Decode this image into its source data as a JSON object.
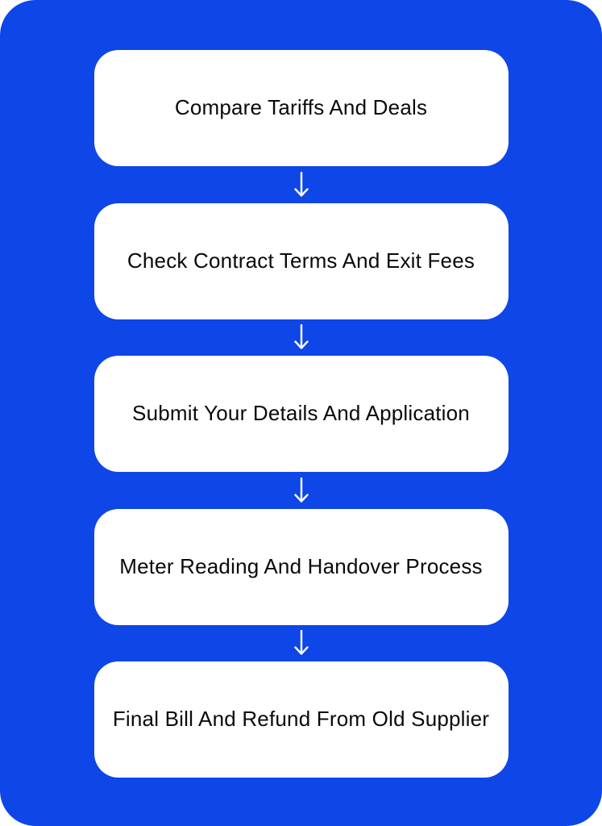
{
  "page": {
    "background_color": "#ffffff",
    "accent_color": "#0f46e8",
    "box_background_color": "#ffffff",
    "text_color": "#0a0a0a"
  },
  "flowchart": {
    "type": "vertical-process-flow",
    "connector_icon": "down-arrow",
    "steps": [
      {
        "label": "Compare Tariffs And Deals"
      },
      {
        "label": "Check Contract Terms And Exit Fees"
      },
      {
        "label": "Submit Your Details And Application"
      },
      {
        "label": "Meter Reading And Handover Process"
      },
      {
        "label": "Final Bill And Refund From Old Supplier"
      }
    ]
  }
}
